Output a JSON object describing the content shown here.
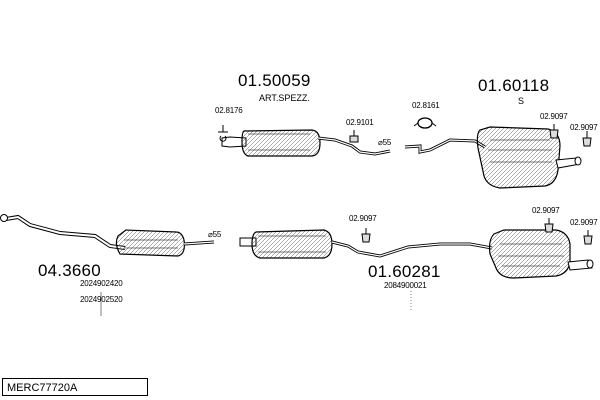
{
  "diagram": {
    "title": "MERC77720A",
    "parts": [
      {
        "number": "01.50059",
        "note": "ART.SPEZZ."
      },
      {
        "number": "01.60118",
        "note": "S"
      },
      {
        "number": "04.3660",
        "refs": [
          "2024902420",
          "2024902520"
        ]
      },
      {
        "number": "01.60281",
        "refs": [
          "2084900021"
        ]
      }
    ],
    "fittings": {
      "f_02_8176": "02.8176",
      "f_02_9101": "02.9101",
      "f_02_8161": "02.8161",
      "f_02_9097_a": "02.9097",
      "f_02_9097_b": "02.9097",
      "f_02_9097_c": "02.9097",
      "f_02_9097_d": "02.9097",
      "f_02_9097_e": "02.9097"
    },
    "pipe_diameters": {
      "upper": "⌀55",
      "lower": "⌀55"
    }
  }
}
